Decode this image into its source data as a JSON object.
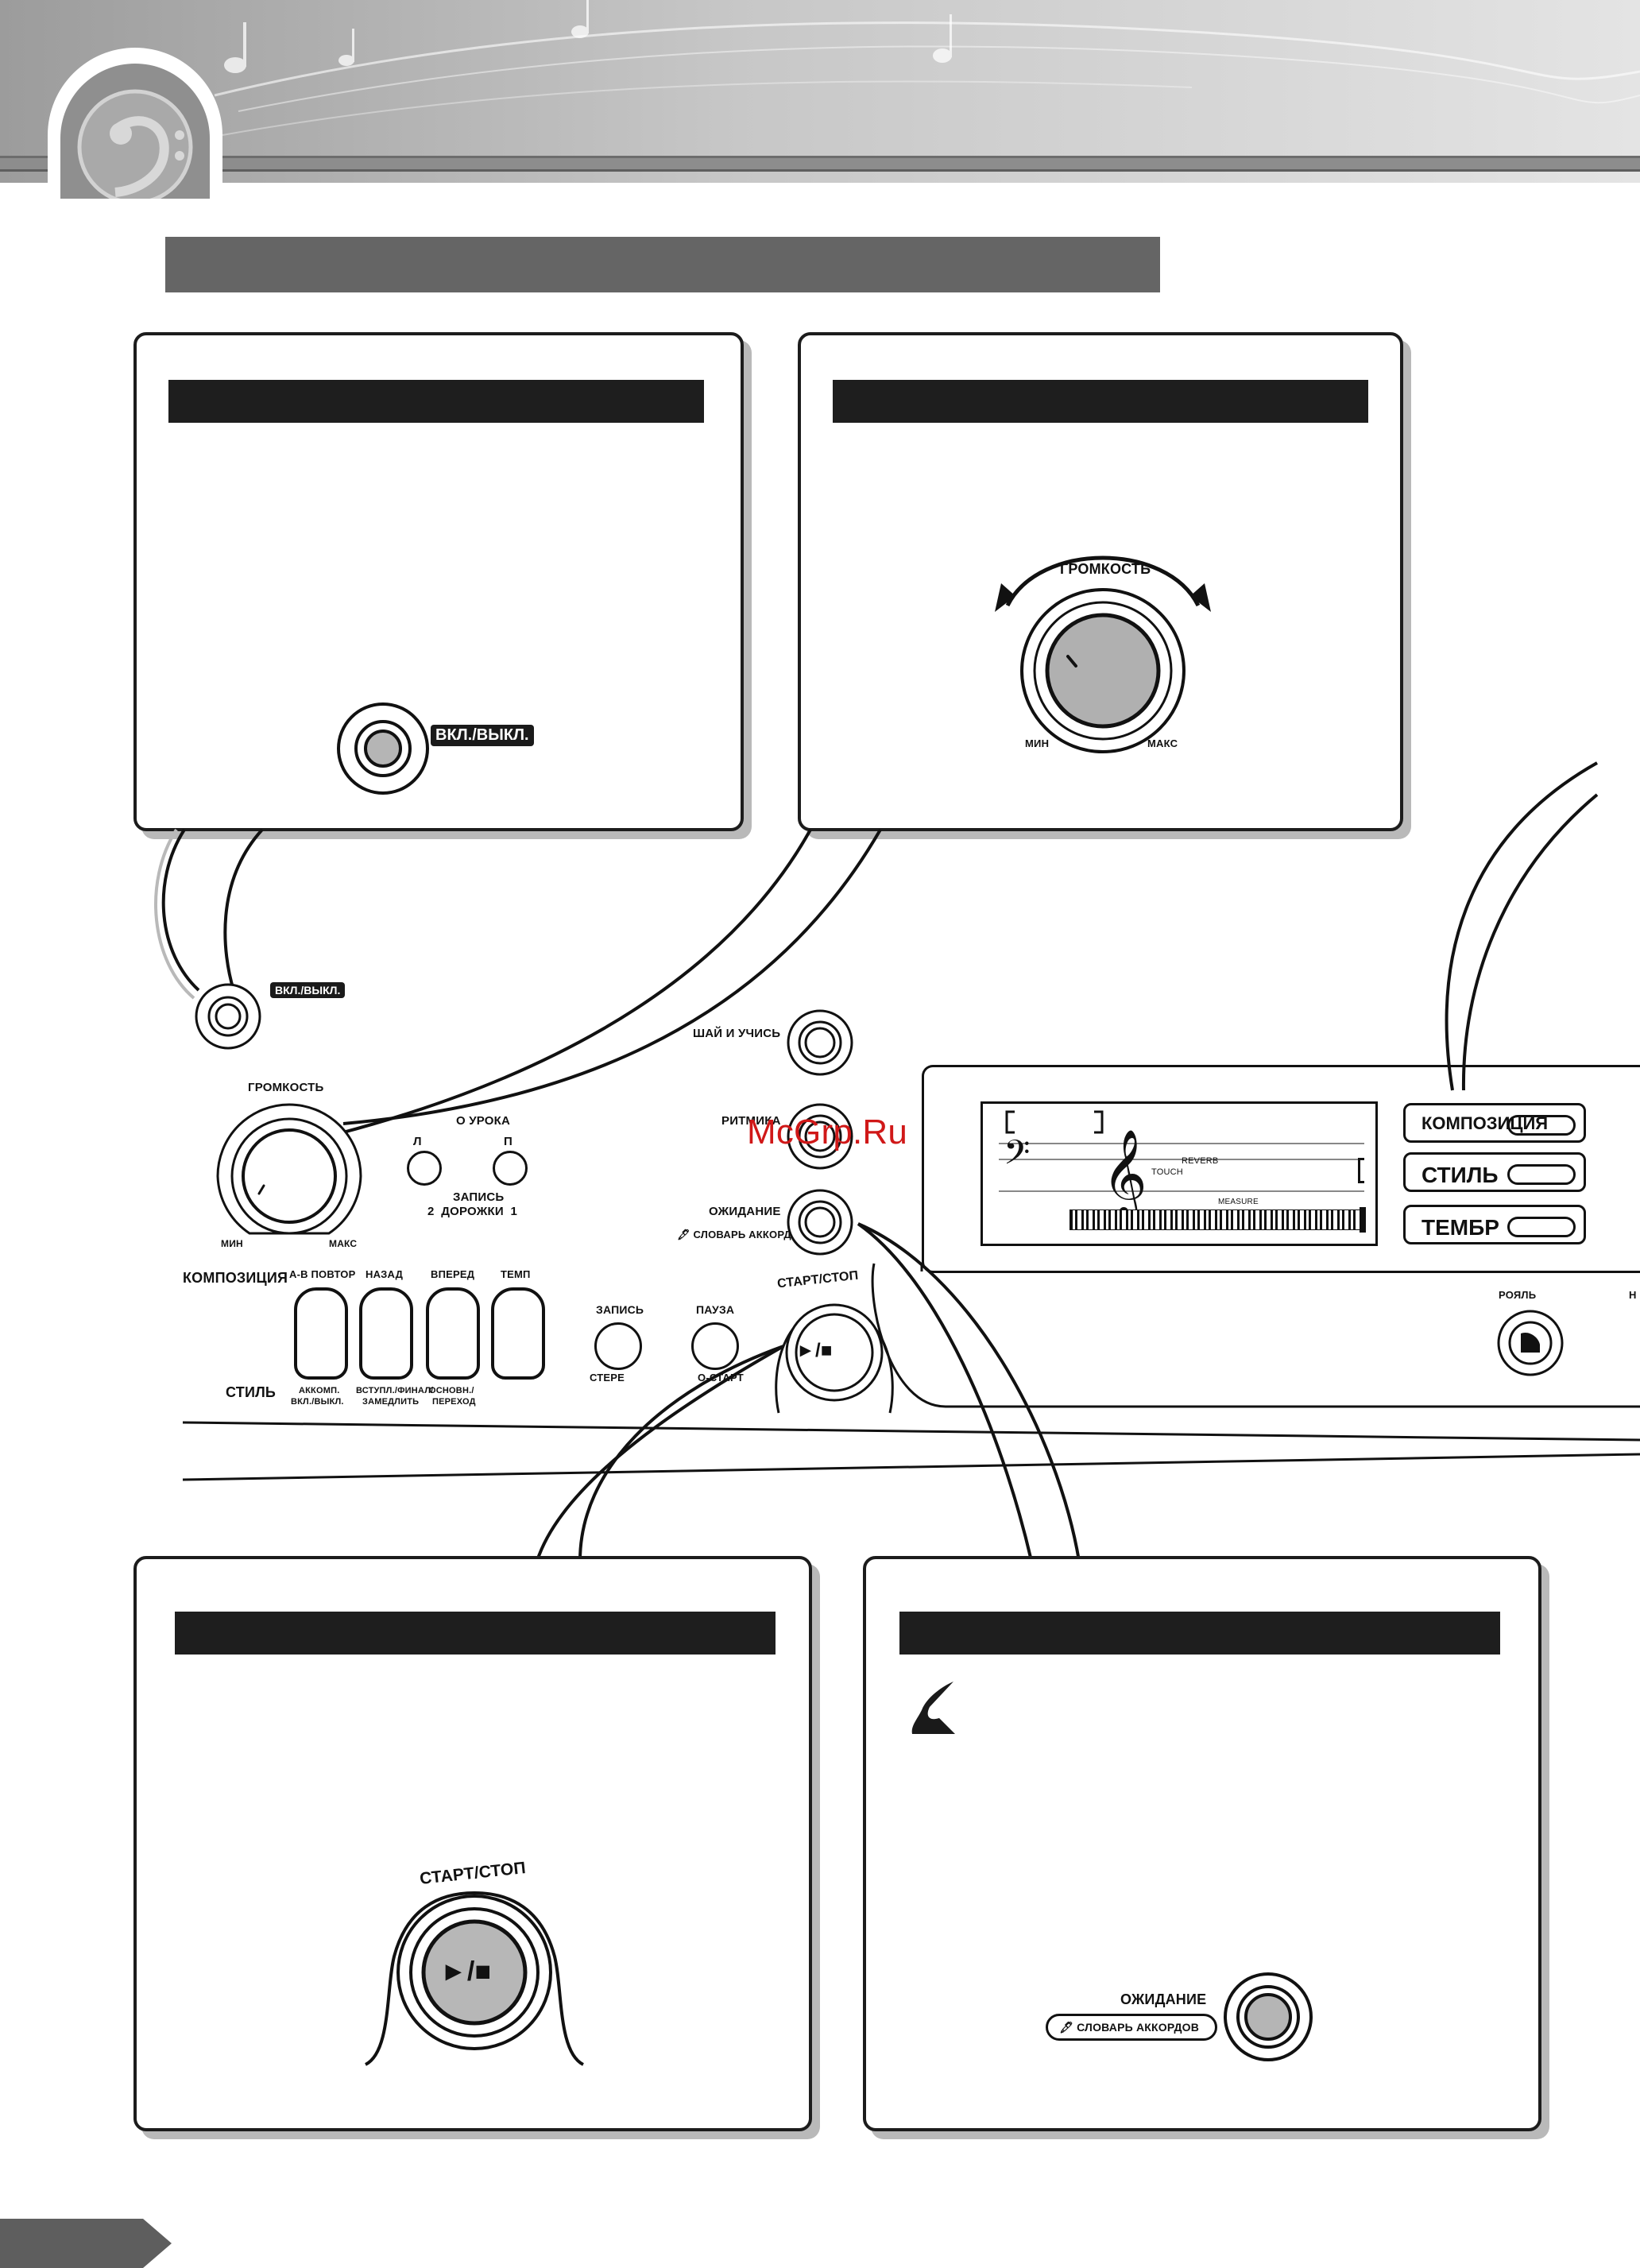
{
  "power": {
    "label": "ВКЛ./ВЫКЛ."
  },
  "volume": {
    "label": "ГРОМКОСТЬ",
    "min_label": "МИН",
    "max_label": "МАКС"
  },
  "start_stop": {
    "label": "СТАРТ/СТОП",
    "symbol": "►/■"
  },
  "wait": {
    "label": "ОЖИДАНИЕ",
    "sub_label": "СЛОВАРЬ АККОРДОВ"
  },
  "panel": {
    "listen_learn": "ШАЙ И УЧИСЬ",
    "rhythm": "РИТМИКА",
    "lesson_partial": "О УРОКА",
    "hand_l": "Л",
    "hand_r": "П",
    "record_label": "ЗАПИСЬ",
    "tracks_label": "2  ДОРОЖКИ  1",
    "song_label": "КОМПОЗИЦИЯ",
    "style_label": "СТИЛЬ",
    "ab_repeat": "A-B ПОВТОР",
    "rewind": "НАЗАД",
    "forward": "ВПЕРЕД",
    "tempo": "ТЕМП",
    "acmp_1": "АККОМП.",
    "acmp_2": "ВКЛ./ВЫКЛ.",
    "intro_1": "ВСТУПЛ./ФИНАЛ/",
    "intro_2": "ЗАМЕДЛИТЬ",
    "main_1": "ОСНОВН./",
    "main_2": "ПЕРЕХОД",
    "rec_btn": "ЗАПИСЬ",
    "rec_sub": "СТЕРЕ",
    "pause_btn": "ПАУЗА",
    "pause_sub": "О-СТАРТ",
    "reverb": "REVERB",
    "touch": "TOUCH",
    "measure": "MEASURE",
    "song_btn": "КОМПОЗИЦИЯ",
    "style_btn": "СТИЛЬ",
    "voice_btn": "ТЕМБР",
    "piano_btn": "РОЯЛЬ",
    "piano_partial": "Н"
  },
  "watermark": "McGrp.Ru"
}
